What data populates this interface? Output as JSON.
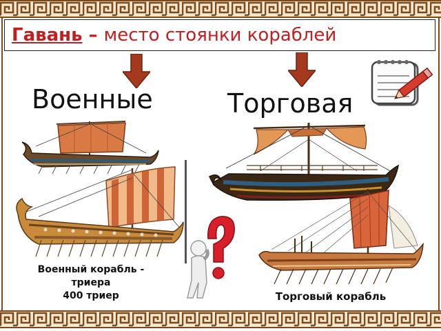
{
  "title": {
    "keyword": "Гавань",
    "dash": " – ",
    "rest": "место стоянки кораблей"
  },
  "headings": {
    "military": "Военные",
    "trade": "Торговая"
  },
  "captions": {
    "military_line1": "Военный корабль -",
    "military_line2": "триера",
    "military_line3": "400 триер",
    "trade": "Торговый корабль"
  },
  "icons": [
    "meander-border",
    "down-arrow-icon",
    "notepad-pencil-icon",
    "question-figure-icon"
  ],
  "colors": {
    "accent": "#c41e1e",
    "arrow": "#a4391d",
    "border": "#7a4a1c"
  }
}
